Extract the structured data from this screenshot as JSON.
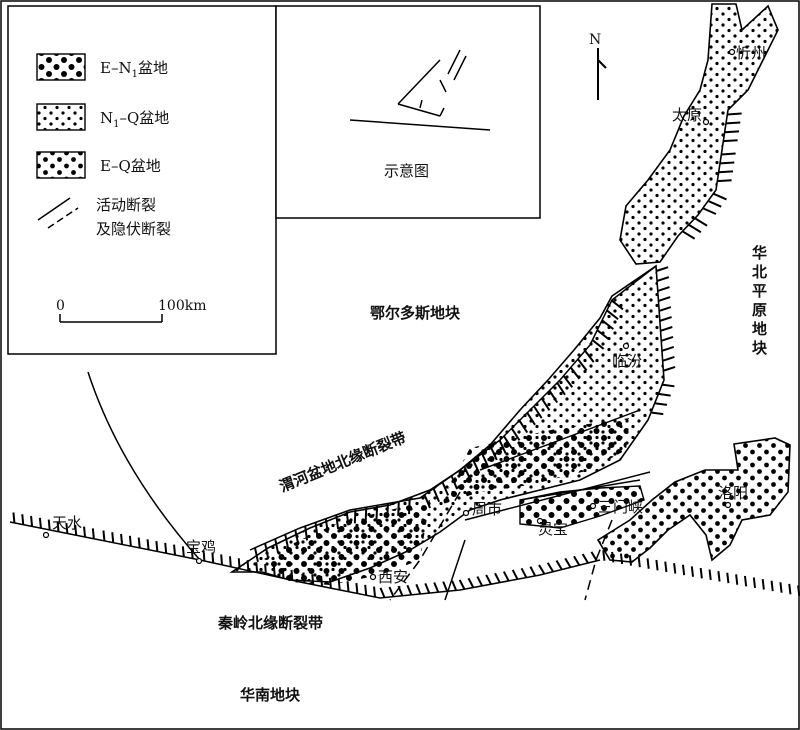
{
  "legend": {
    "items": [
      {
        "prefix": "E–N",
        "sub": "1",
        "suffix": "盆地",
        "pattern": "large-dots"
      },
      {
        "prefix": "N",
        "sub": "1",
        "suffix": "–Q盆地",
        "pattern": "small-dots"
      },
      {
        "prefix": "E–Q盆地",
        "sub": "",
        "suffix": "",
        "pattern": "mixed-dots"
      }
    ],
    "fault_line1": "活动断裂",
    "fault_line2": "及隐伏断裂",
    "scale_start": "0",
    "scale_end": "100km"
  },
  "inset": {
    "caption": "示意图"
  },
  "north_label": "N",
  "blocks": {
    "ordos": "鄂尔多斯地块",
    "north_china": "华北平原地块",
    "south_china": "华南地块"
  },
  "fault_zones": {
    "weihe": "渭河盆地北缘断裂带",
    "qinling": "秦岭北缘断裂带"
  },
  "cities": {
    "xinzhou": "忻州",
    "taiyuan": "太原",
    "linfen": "临汾",
    "luoyang": "洛阳",
    "sanmenxia": "三门峡",
    "lingbao": "灵宝",
    "zhoushi": "周市",
    "xian": "西安",
    "baoji": "宝鸡",
    "tianshui": "天水"
  }
}
